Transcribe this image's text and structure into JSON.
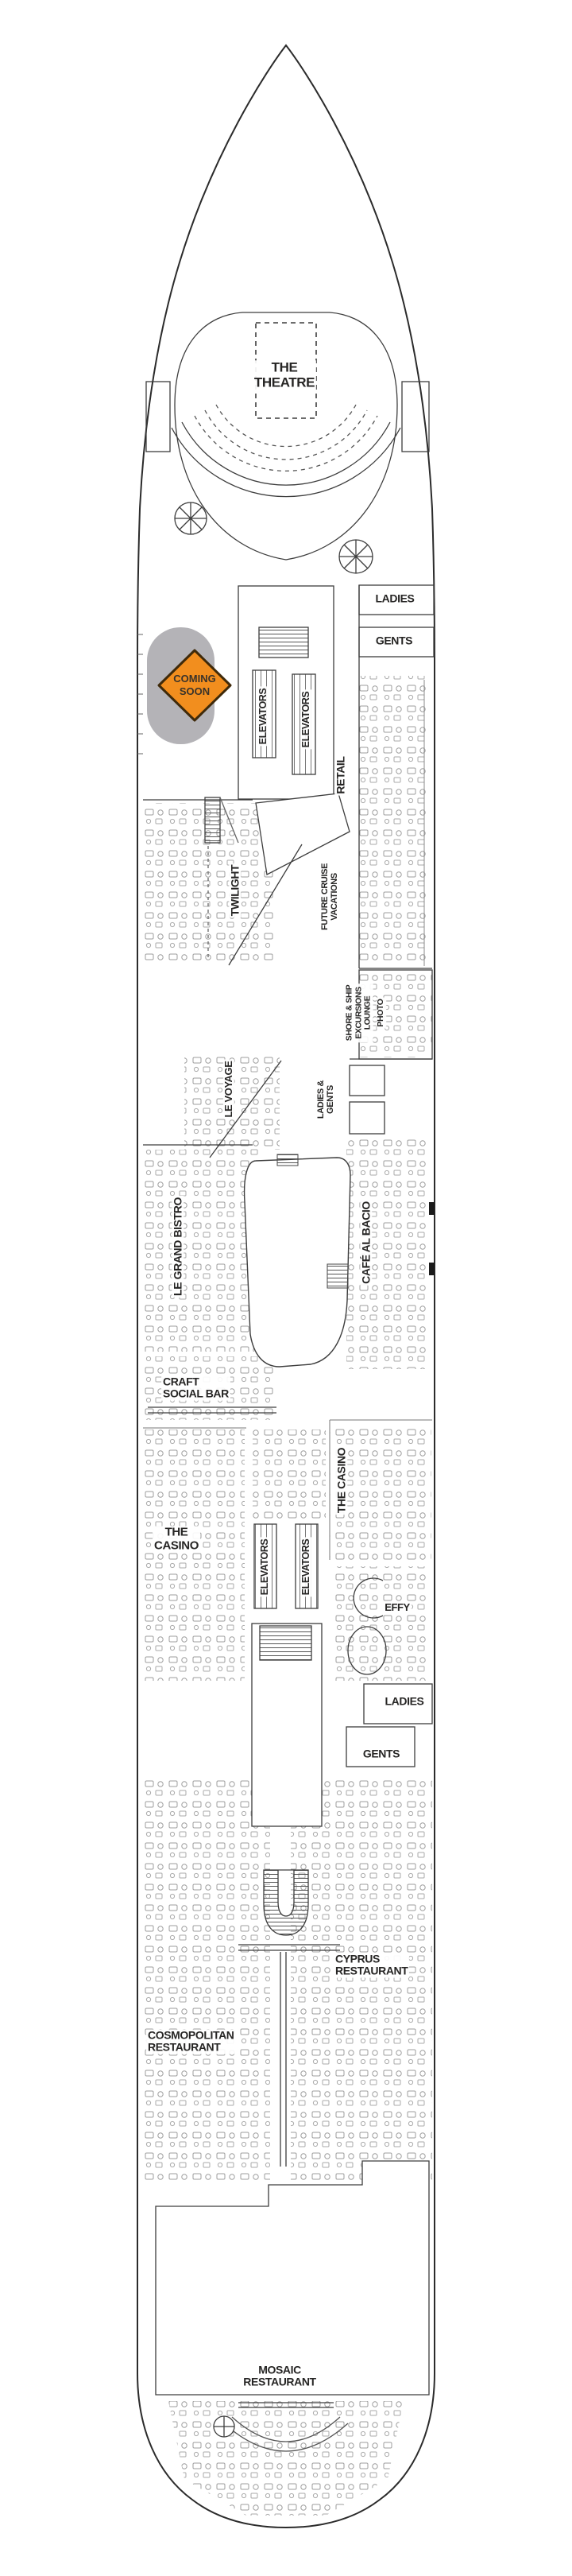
{
  "plan": {
    "colors": {
      "ink": "#2B2B2B",
      "wall_gray": "#3D3D3D",
      "furniture_gray": "#999999",
      "coming_soon_orange": "#F28E1E",
      "coming_soon_border": "#3F2A0A",
      "coming_soon_text": "#3A332A",
      "placeholder_gray": "#B4B3B7"
    },
    "labels": {
      "theatre": "THE\nTHEATRE",
      "ladies_forward": "LADIES",
      "gents_forward": "GENTS",
      "coming_soon": "COMING\nSOON",
      "elevators_forward_left": "ELEVATORS",
      "elevators_forward_right": "ELEVATORS",
      "retail": "RETAIL",
      "twilight": "TWILIGHT",
      "future_cruise_vacations": "FUTURE CRUISE\nVACATIONS",
      "shore_ship_excursions_lounge": "SHORE & SHIP\nEXCURSIONS\nLOUNGE",
      "photo": "PHOTO",
      "le_voyage": "LE VOYAGE",
      "ladies_gents_mid": "LADIES &\nGENTS",
      "le_grand_bistro": "LE GRAND BISTRO",
      "cafe_al_bacio": "CAFÉ AL BACIO",
      "craft_social_bar": "CRAFT\nSOCIAL BAR",
      "the_casino_right": "THE CASINO",
      "the_casino_left": "THE\nCASINO",
      "elevators_aft_left": "ELEVATORS",
      "elevators_aft_right": "ELEVATORS",
      "effy": "EFFY",
      "ladies_aft": "LADIES",
      "gents_aft": "GENTS",
      "cyprus_restaurant": "CYPRUS\nRESTAURANT",
      "cosmopolitan_restaurant": "COSMOPOLITAN\nRESTAURANT",
      "mosaic_restaurant": "MOSAIC\nRESTAURANT"
    }
  }
}
